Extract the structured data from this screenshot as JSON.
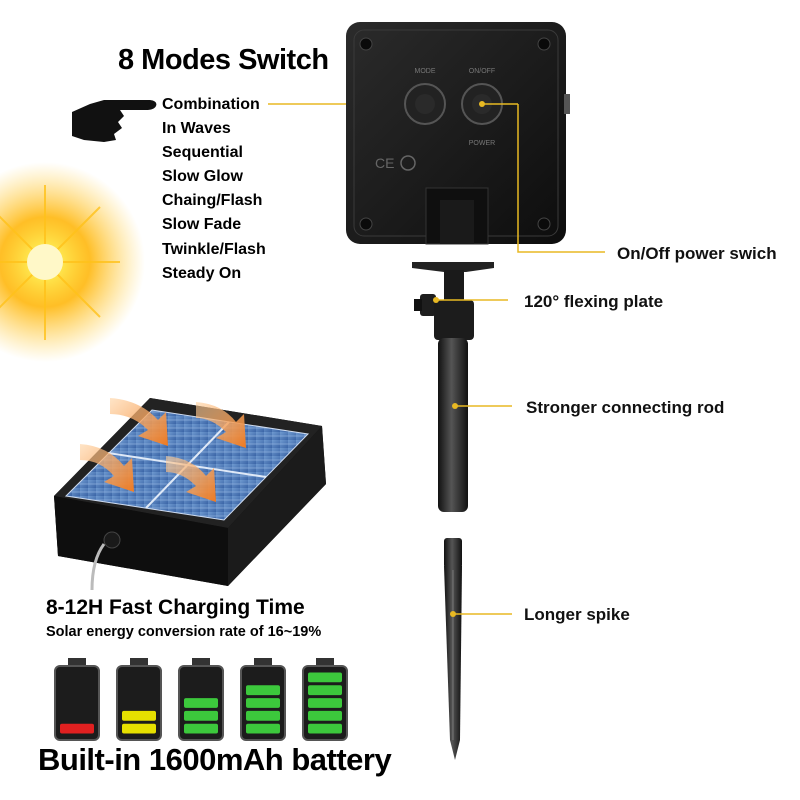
{
  "modes_switch": {
    "title": "8 Modes Switch",
    "modes": [
      "Combination",
      "In Waves",
      "Sequential",
      "Slow Glow",
      "Chaing/Flash",
      "Slow Fade",
      "Twinkle/Flash",
      "Steady On"
    ]
  },
  "control_box": {
    "button_left_label": "MODE",
    "button_right_label": "ON/OFF",
    "power_label": "POWER",
    "cert_mark": "CE"
  },
  "callouts": {
    "power_switch": "On/Off power swich",
    "flexing_plate": "120° flexing plate",
    "connecting_rod": "Stronger connecting rod",
    "spike": "Longer spike"
  },
  "charging": {
    "title": "8-12H Fast Charging Time",
    "conversion": "Solar energy conversion rate of 16~19%"
  },
  "battery": {
    "label": "Built-in 1600mAh battery",
    "levels": [
      {
        "fill": 0.2,
        "color": "#e02020"
      },
      {
        "fill": 0.4,
        "color": "#e6e000"
      },
      {
        "fill": 0.6,
        "color": "#3cc83c"
      },
      {
        "fill": 0.8,
        "color": "#3cc83c"
      },
      {
        "fill": 1.0,
        "color": "#3cc83c"
      }
    ]
  },
  "colors": {
    "accent_line": "#e8b923",
    "device_body": "#1a1a1a",
    "solar_panel": "#4a78b8"
  }
}
